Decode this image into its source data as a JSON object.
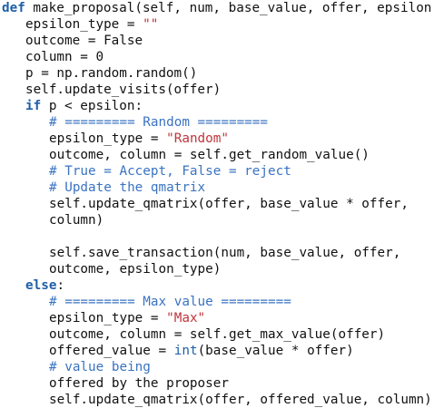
{
  "code": {
    "lines": [
      {
        "indent": 0,
        "tokens": [
          {
            "t": "kw",
            "v": "def"
          },
          {
            "t": "plain",
            "v": " make_proposal(self, num, base_value, offer, epsilon):"
          }
        ]
      },
      {
        "indent": 1,
        "tokens": [
          {
            "t": "plain",
            "v": "epsilon_type = "
          },
          {
            "t": "str",
            "v": "\"\""
          }
        ]
      },
      {
        "indent": 1,
        "tokens": [
          {
            "t": "plain",
            "v": "outcome = False"
          }
        ]
      },
      {
        "indent": 1,
        "tokens": [
          {
            "t": "plain",
            "v": "column = 0"
          }
        ]
      },
      {
        "indent": 1,
        "tokens": [
          {
            "t": "plain",
            "v": "p = np.random.random()"
          }
        ]
      },
      {
        "indent": 1,
        "tokens": [
          {
            "t": "plain",
            "v": "self.update_visits(offer)"
          }
        ]
      },
      {
        "indent": 1,
        "tokens": [
          {
            "t": "kw",
            "v": "if"
          },
          {
            "t": "plain",
            "v": " p < epsilon:"
          }
        ]
      },
      {
        "indent": 2,
        "tokens": [
          {
            "t": "com",
            "v": "# ========= Random ========="
          }
        ]
      },
      {
        "indent": 2,
        "tokens": [
          {
            "t": "plain",
            "v": "epsilon_type = "
          },
          {
            "t": "str",
            "v": "\"Random\""
          }
        ]
      },
      {
        "indent": 2,
        "tokens": [
          {
            "t": "plain",
            "v": "outcome, column = self.get_random_value()"
          }
        ]
      },
      {
        "indent": 2,
        "tokens": [
          {
            "t": "com",
            "v": "# True = Accept, False = reject"
          }
        ]
      },
      {
        "indent": 2,
        "tokens": [
          {
            "t": "com",
            "v": "# Update the qmatrix"
          }
        ]
      },
      {
        "indent": 2,
        "tokens": [
          {
            "t": "plain",
            "v": "self.update_qmatrix(offer, base_value * offer,"
          }
        ]
      },
      {
        "indent": 2,
        "tokens": [
          {
            "t": "plain",
            "v": "column)"
          }
        ]
      },
      {
        "indent": 0,
        "tokens": []
      },
      {
        "indent": 2,
        "tokens": [
          {
            "t": "plain",
            "v": "self.save_transaction(num, base_value, offer,"
          }
        ]
      },
      {
        "indent": 2,
        "tokens": [
          {
            "t": "plain",
            "v": "outcome, epsilon_type)"
          }
        ]
      },
      {
        "indent": 1,
        "tokens": [
          {
            "t": "kw",
            "v": "else"
          },
          {
            "t": "plain",
            "v": ":"
          }
        ]
      },
      {
        "indent": 2,
        "tokens": [
          {
            "t": "com",
            "v": "# ========= Max value ========="
          }
        ]
      },
      {
        "indent": 2,
        "tokens": [
          {
            "t": "plain",
            "v": "epsilon_type = "
          },
          {
            "t": "str",
            "v": "\"Max\""
          }
        ]
      },
      {
        "indent": 2,
        "tokens": [
          {
            "t": "plain",
            "v": "outcome, column = self.get_max_value(offer)"
          }
        ]
      },
      {
        "indent": 2,
        "tokens": [
          {
            "t": "plain",
            "v": "offered_value = "
          },
          {
            "t": "bi",
            "v": "int"
          },
          {
            "t": "plain",
            "v": "(base_value * offer)"
          }
        ]
      },
      {
        "indent": 2,
        "tokens": [
          {
            "t": "com",
            "v": "# value being"
          }
        ]
      },
      {
        "indent": 2,
        "tokens": [
          {
            "t": "plain",
            "v": "offered by the proposer"
          }
        ]
      },
      {
        "indent": 2,
        "tokens": [
          {
            "t": "plain",
            "v": "self.update_qmatrix(offer, offered_value, column)"
          }
        ]
      }
    ]
  },
  "colors": {
    "keyword": "#1f5fa8",
    "string": "#c0343c",
    "comment": "#3a73c2",
    "text": "#111111",
    "background": "#ffffff"
  }
}
